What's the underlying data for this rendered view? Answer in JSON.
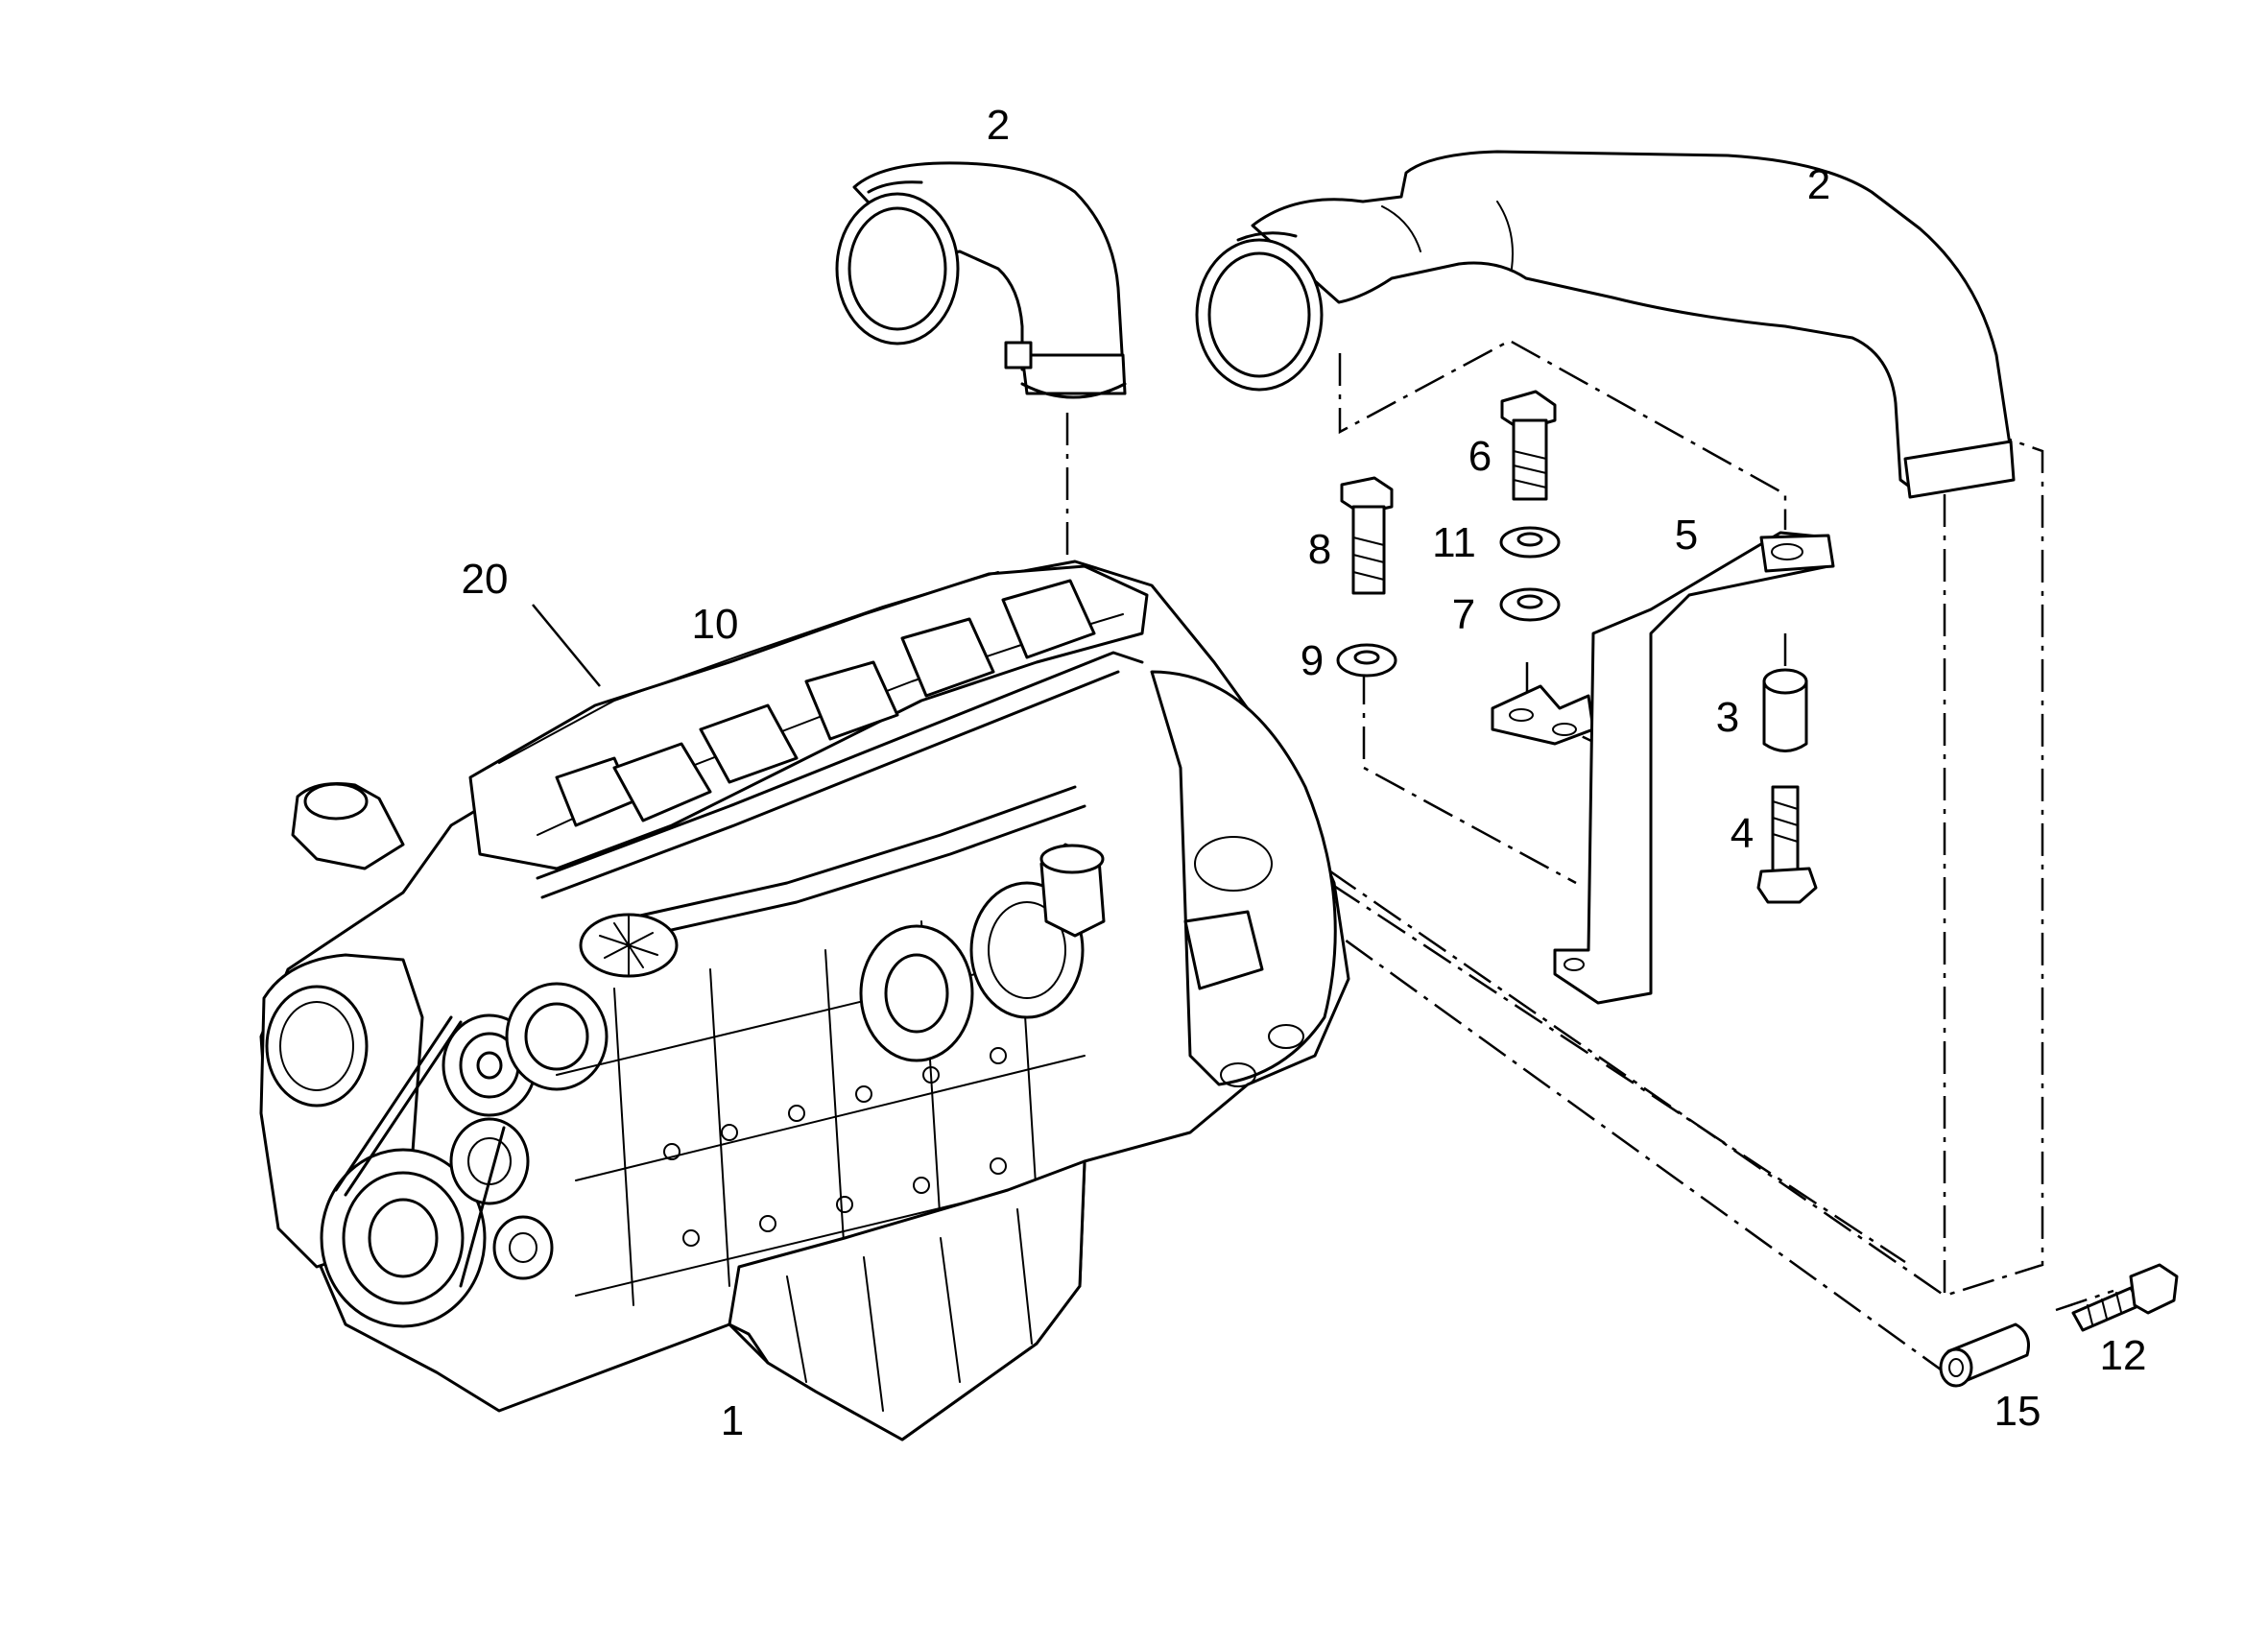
{
  "part_labels": [
    {
      "name": "label-1",
      "text": "1"
    },
    {
      "name": "label-2-left",
      "text": "2"
    },
    {
      "name": "label-2-right",
      "text": "2"
    },
    {
      "name": "label-3",
      "text": "3"
    },
    {
      "name": "label-4",
      "text": "4"
    },
    {
      "name": "label-5",
      "text": "5"
    },
    {
      "name": "label-6",
      "text": "6"
    },
    {
      "name": "label-7",
      "text": "7"
    },
    {
      "name": "label-8",
      "text": "8"
    },
    {
      "name": "label-9",
      "text": "9"
    },
    {
      "name": "label-10",
      "text": "10"
    },
    {
      "name": "label-11",
      "text": "11"
    },
    {
      "name": "label-12",
      "text": "12"
    },
    {
      "name": "label-15",
      "text": "15"
    },
    {
      "name": "label-20",
      "text": "20"
    }
  ]
}
